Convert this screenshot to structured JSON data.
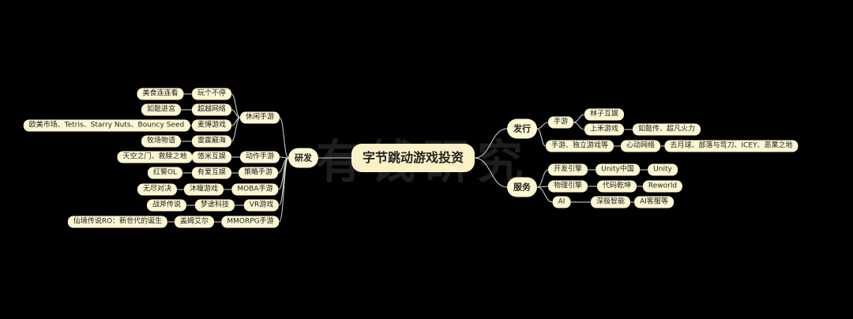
{
  "mindmap": {
    "root": "字节跳动游戏投资",
    "watermark": "有钱研究",
    "branches": {
      "dev": {
        "label": "研发",
        "casual": {
          "label": "休闲手游",
          "items": [
            {
              "label": "玩个不停",
              "leaf": "美食连连看"
            },
            {
              "label": "超越网络",
              "leaf": "如懿进宫"
            },
            {
              "label": "麦博游戏",
              "leaf": "欧美市场、Tetris、Starry Nuts、Bouncy Seed"
            },
            {
              "label": "雷霆巅海",
              "leaf": "牧场物语"
            }
          ]
        },
        "action": {
          "label": "动作手游",
          "company": "悠米互娱",
          "leaf": "天空之门、救赎之地"
        },
        "strategy": {
          "label": "策略手游",
          "company": "有爱互娱",
          "leaf": "红警OL"
        },
        "moba": {
          "label": "MOBA手游",
          "company": "沐瞳游戏",
          "leaf": "无尽对决"
        },
        "vr": {
          "label": "VR游戏",
          "company": "梦途科技",
          "leaf": "战斧传说"
        },
        "mmorpg": {
          "label": "MMORPG手游",
          "company": "盖姆艾尔",
          "leaf": "仙境传说RO：新世代的诞生"
        }
      },
      "publish": {
        "label": "发行",
        "mobile": {
          "label": "手游",
          "items": [
            {
              "label": "林子互娱"
            },
            {
              "label": "上禾游戏",
              "leaf": "如懿传、超凡火力"
            }
          ]
        },
        "indie": {
          "label": "手游、独立游戏等",
          "company": "心动网络",
          "leaf": "去月球、部落与弯刀、ICEY、恶果之地"
        }
      },
      "service": {
        "label": "服务",
        "items": [
          {
            "label": "开发引擎",
            "mid": "Unity中国",
            "leaf": "Unity"
          },
          {
            "label": "物理引擎",
            "mid": "代码乾坤",
            "leaf": "Reworld"
          },
          {
            "label": "AI",
            "mid": "深极智能",
            "leaf": "AI客服等"
          }
        ]
      }
    }
  },
  "colors": {
    "background": "#000000",
    "node_fill": "#fdf6d3",
    "link": "#d9d9d9",
    "watermark": "rgba(200,200,200,0.15)"
  }
}
